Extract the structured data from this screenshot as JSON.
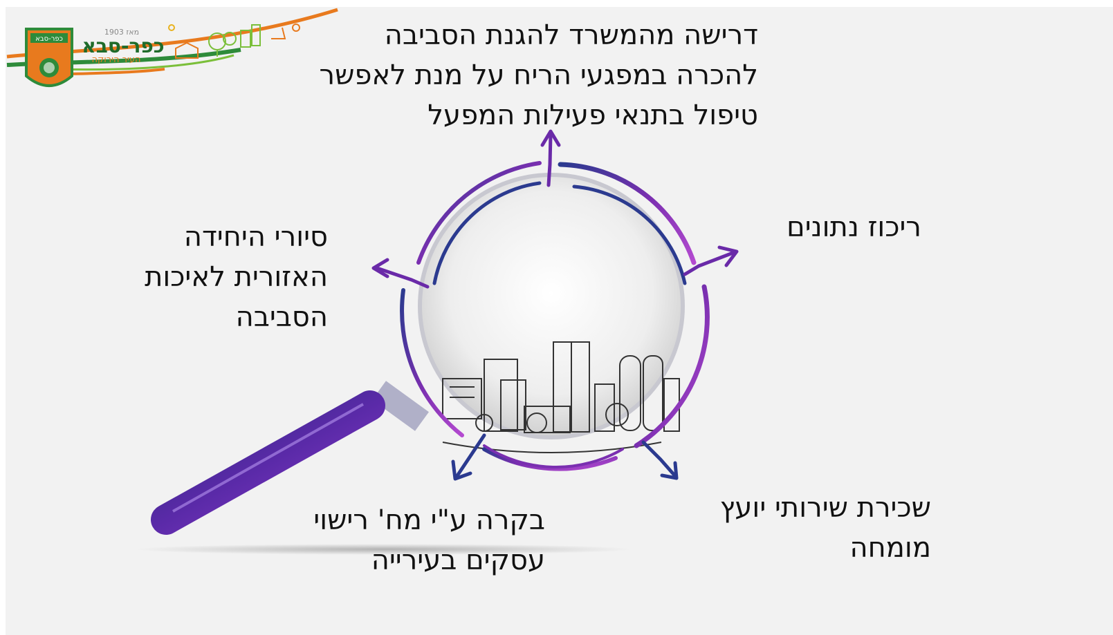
{
  "logo": {
    "brand_name": "כפר-סבא",
    "tagline": "העיר הירוקה",
    "since": "מאז 1903",
    "emblem_text": "כפר-סבא",
    "colors": {
      "green": "#2e8b3a",
      "orange": "#e87a1e",
      "dark_green": "#1f6b2a"
    }
  },
  "diagram": {
    "center": "magnifying-glass-over-city",
    "steps": {
      "top": [
        "דרישה מהמשרד להגנת הסביבה",
        "להכרה במפגעי הריח על מנת לאפשר",
        "טיפול בתנאי פעילות המפעל"
      ],
      "right": [
        "ריכוז נתונים"
      ],
      "bottom_right": [
        "שכירת שירותי יועץ",
        "מומחה"
      ],
      "bottom_left": [
        "בקרה ע\"י מח' רישוי",
        "עסקים בעירייה"
      ],
      "left": [
        "סיורי היחידה",
        "האזורית לאיכות",
        "הסביבה"
      ]
    },
    "colors": {
      "arrow_dark": "#2b3a8f",
      "arrow_purple": "#9a3ab8",
      "handle": "#4a2a9a"
    }
  }
}
